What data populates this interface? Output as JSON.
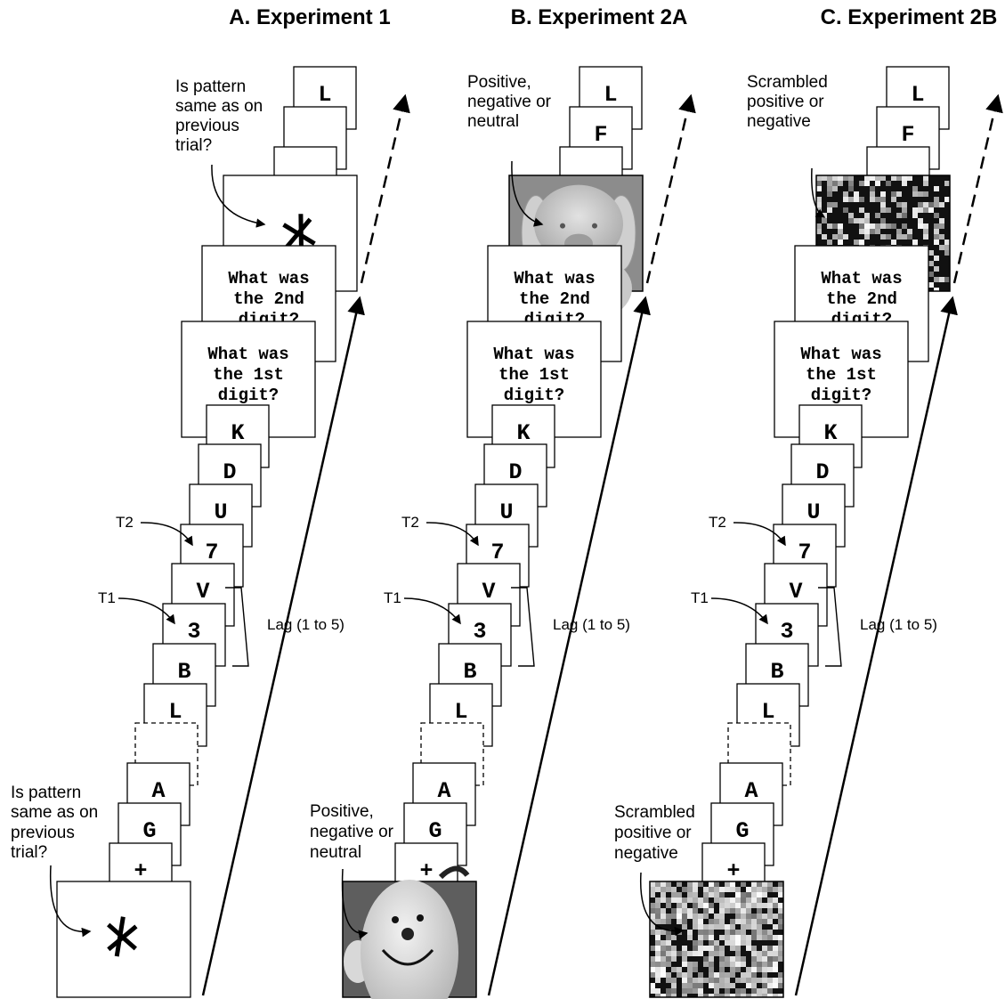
{
  "panels": [
    {
      "heading": "A. Experiment 1",
      "top_cue": [
        "Is pattern",
        "same as on",
        "previous",
        "trial?"
      ],
      "bottom_cue": [
        "Is pattern",
        "same as on",
        "previous",
        "trial?"
      ],
      "top_stream": [
        "L",
        "",
        ""
      ],
      "question_2": [
        "What was",
        "the 2nd",
        "digit?"
      ],
      "question_1": [
        "What was",
        "the 1st",
        "digit?"
      ],
      "stream": [
        "K",
        "D",
        "U",
        "7",
        "V",
        "3",
        "B",
        "L",
        "",
        "A",
        "G",
        "+"
      ],
      "t2_label": "T2",
      "t1_label": "T1",
      "lag_label": "Lag (1 to 5)",
      "stimulus": "pattern"
    },
    {
      "heading": "B. Experiment 2A",
      "top_cue": [
        "Positive,",
        "negative or",
        "neutral"
      ],
      "bottom_cue": [
        "Positive,",
        "negative or",
        "neutral"
      ],
      "top_stream": [
        "L",
        "F",
        ""
      ],
      "question_2": [
        "What was",
        "the 2nd",
        "digit?"
      ],
      "question_1": [
        "What was",
        "the 1st",
        "digit?"
      ],
      "stream": [
        "K",
        "D",
        "U",
        "7",
        "V",
        "3",
        "B",
        "L",
        "",
        "A",
        "G",
        "+"
      ],
      "t2_label": "T2",
      "t1_label": "T1",
      "lag_label": "Lag (1 to 5)",
      "stimulus": "photo"
    },
    {
      "heading": "C. Experiment 2B",
      "top_cue": [
        "Scrambled",
        "positive or",
        "negative"
      ],
      "bottom_cue": [
        "Scrambled",
        "positive or",
        "negative"
      ],
      "top_stream": [
        "L",
        "F",
        ""
      ],
      "question_2": [
        "What was",
        "the 2nd",
        "digit?"
      ],
      "question_1": [
        "What was",
        "the 1st",
        "digit?"
      ],
      "stream": [
        "K",
        "D",
        "U",
        "7",
        "V",
        "3",
        "B",
        "L",
        "",
        "A",
        "G",
        "+"
      ],
      "t2_label": "T2",
      "t1_label": "T1",
      "lag_label": "Lag (1 to 5)",
      "stimulus": "scrambled"
    }
  ]
}
